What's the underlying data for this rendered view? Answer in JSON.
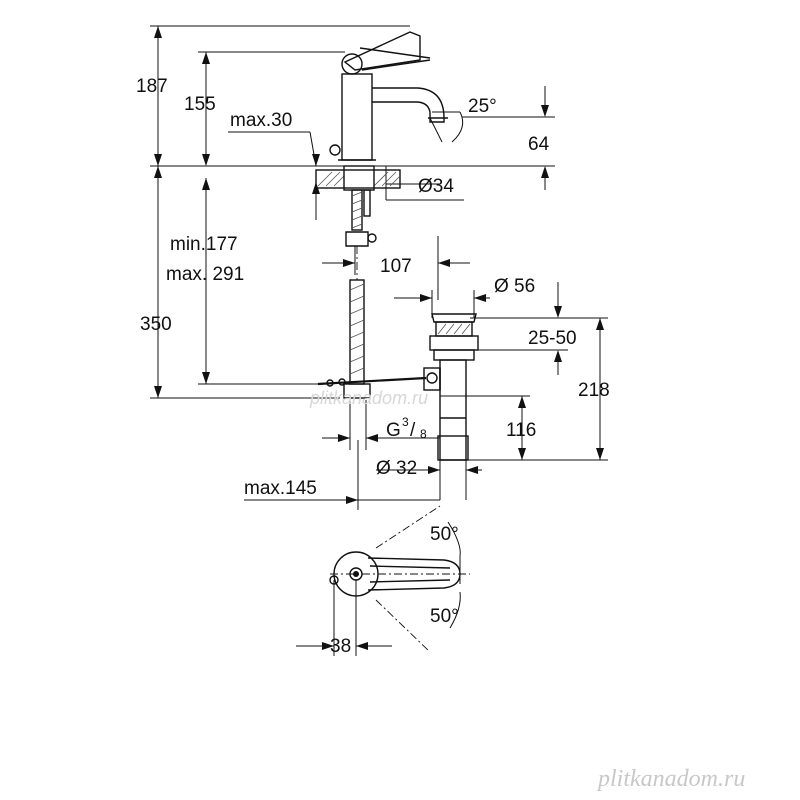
{
  "dimensions": {
    "total_height": "187",
    "spout_height": "155",
    "max_deck_thickness": "max.30",
    "spout_angle": "25°",
    "aerator_height": "64",
    "mount_hole_diameter": "Ø34",
    "hose_length_min": "min.177",
    "hose_length_max": "max. 291",
    "projection": "107",
    "pop_up_diameter": "Ø 56",
    "pop_up_range": "25-50",
    "under_counter_depth": "350",
    "waste_length": "218",
    "connection_thread_main": "G",
    "connection_thread_num": "3",
    "connection_thread_den": "8",
    "waste_offset": "116",
    "waste_diameter": "Ø 32",
    "max_reach": "max.145",
    "lever_angle_upper": "50°",
    "lever_angle_lower": "50°",
    "base_width": "38"
  },
  "watermark": {
    "center": "plitkanadom.ru",
    "corner": "plitkanadom.ru"
  }
}
